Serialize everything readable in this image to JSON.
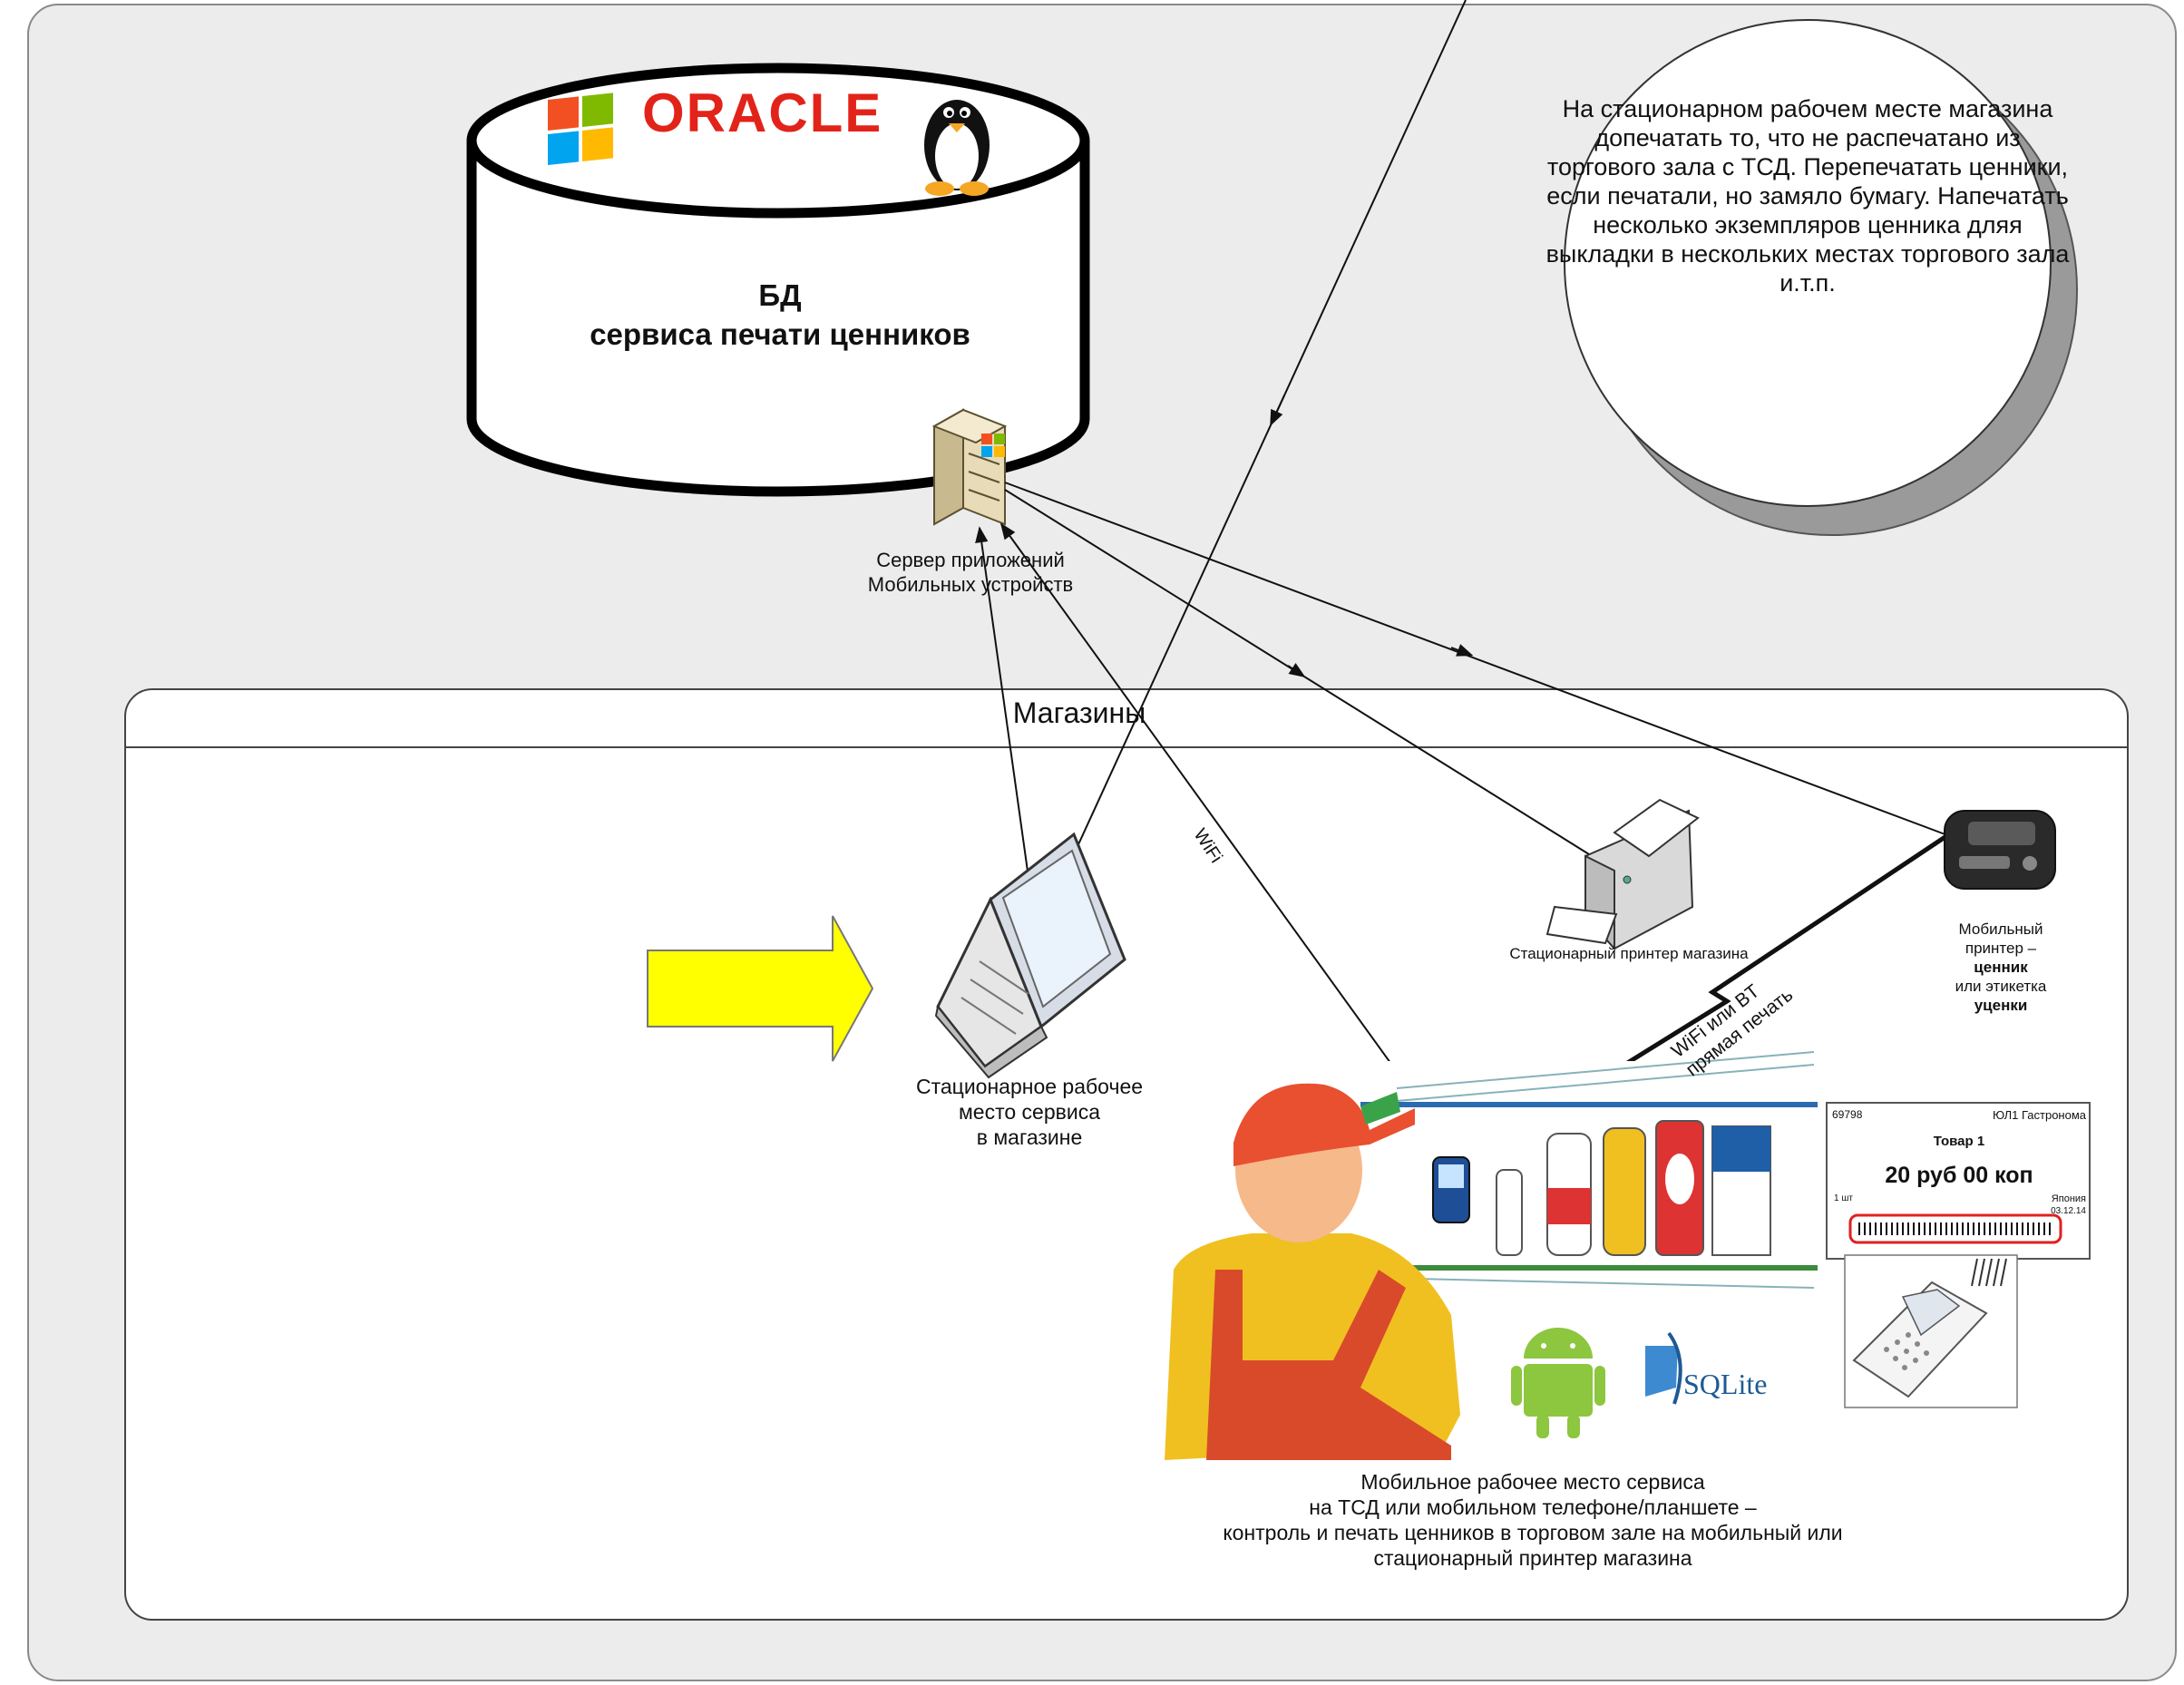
{
  "database": {
    "title_line1": "БД",
    "title_line2": "сервиса печати ценников",
    "logo_text": "ORACLE",
    "logos": [
      "windows-logo",
      "oracle-logo",
      "linux-penguin-logo"
    ]
  },
  "server": {
    "label_line1": "Сервер приложений",
    "label_line2": "Мобильных устройств",
    "icon": "server-icon"
  },
  "note_circle": {
    "lines": [
      "На стационарном рабочем месте магазина",
      "допечатать то, что не распечатано из",
      "торгового зала с ТСД. Перепечатать ценники,",
      "если печатали, но замяло бумагу. Напечатать",
      "несколько экземпляров ценника дляя",
      "выкладки в нескольких местах торгового зала",
      "и.т.п."
    ]
  },
  "store": {
    "title": "Магазины"
  },
  "workstation": {
    "label_line1": "Стационарное рабочее",
    "label_line2": "место сервиса",
    "label_line3": "в магазине",
    "icon": "laptop-icon"
  },
  "stationary_printer": {
    "label": "Стационарный принтер магазина",
    "icon": "printer-icon"
  },
  "mobile_printer": {
    "line1": "Мобильный",
    "line2": "принтер –",
    "line3": "ценник",
    "line4": "или  этикетка",
    "line5": "уценки",
    "icon": "mobile-printer-icon"
  },
  "connections": {
    "wifi": "WiFi",
    "wifi_bt_line1": "WiFi или BT",
    "wifi_bt_line2": "прямая печать"
  },
  "mobile_workplace": {
    "lines": [
      "Мобильное рабочее место сервиса",
      "на ТСД или мобильном телефоне/планшете –",
      "контроль и печать ценников в торговом зале на мобильный или",
      "стационарный принтер магазина"
    ],
    "platform_icons": [
      "android-icon",
      "sqlite-logo"
    ],
    "sqlite_text": "SQLite"
  },
  "price_tag": {
    "id": "69798",
    "shop": "ЮЛ1 Гастронома",
    "product": "Товар 1",
    "price": "20 руб 00 коп",
    "qty": "1 шт",
    "country": "Япония",
    "date": "03.12.14"
  },
  "colors": {
    "arrow_fill": "#ffff00",
    "background": "#ececec",
    "store_fill": "#ffffff",
    "tag_highlight": "#e02020"
  }
}
